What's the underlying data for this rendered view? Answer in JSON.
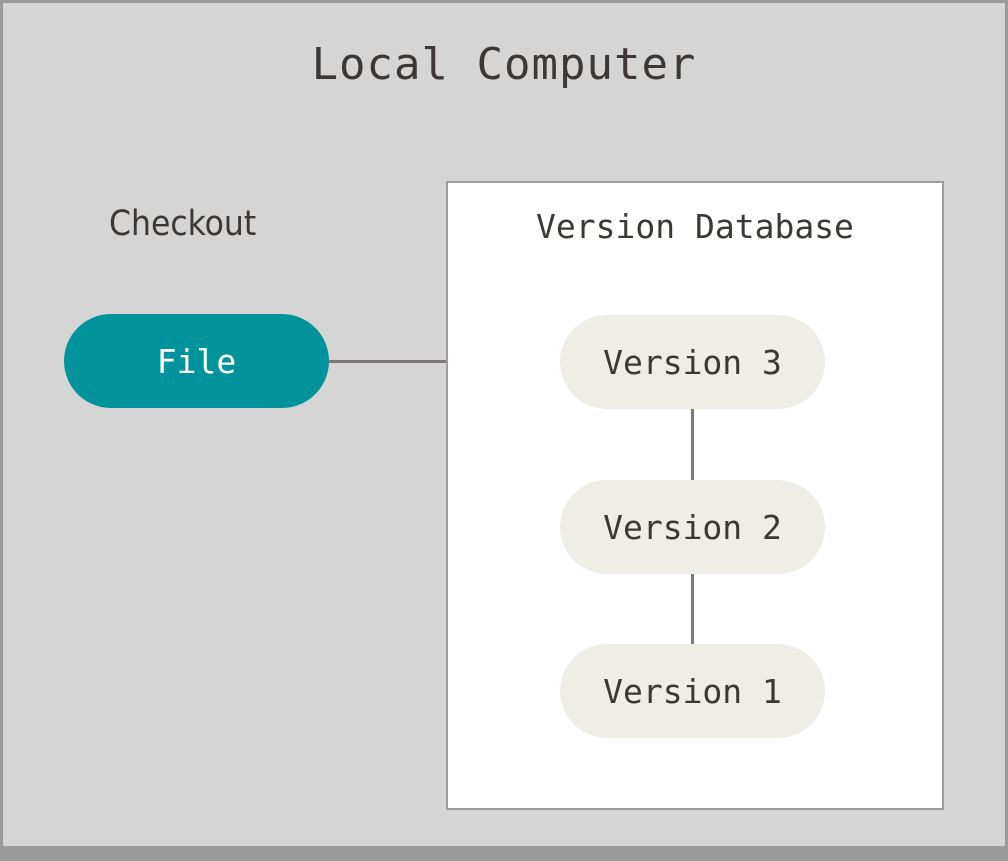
{
  "diagram": {
    "title": "Local Computer",
    "background_color": "#d5d5d5",
    "frame_border_color": "#9a9a9a",
    "sections": {
      "checkout": {
        "label": "Checkout",
        "node": {
          "label": "File",
          "fill_color": "#00939b",
          "text_color": "#ffffff",
          "shape": "rounded-pill"
        }
      },
      "version_database": {
        "label": "Version Database",
        "container_fill": "#ffffff",
        "container_border": "#9d9d9d",
        "nodes": [
          {
            "label": "Version 3",
            "fill_color": "#eeeee7",
            "text_color": "#3c3835",
            "shape": "rounded-pill"
          },
          {
            "label": "Version 2",
            "fill_color": "#eeeee7",
            "text_color": "#3c3835",
            "shape": "rounded-pill"
          },
          {
            "label": "Version 1",
            "fill_color": "#eeeee7",
            "text_color": "#3c3835",
            "shape": "rounded-pill"
          }
        ]
      }
    },
    "edges": [
      {
        "from": "File",
        "to": "Version 3",
        "orientation": "horizontal",
        "color": "#7e7971"
      },
      {
        "from": "Version 3",
        "to": "Version 2",
        "orientation": "vertical",
        "color": "#7e7971"
      },
      {
        "from": "Version 2",
        "to": "Version 1",
        "orientation": "vertical",
        "color": "#7e7971"
      }
    ]
  }
}
